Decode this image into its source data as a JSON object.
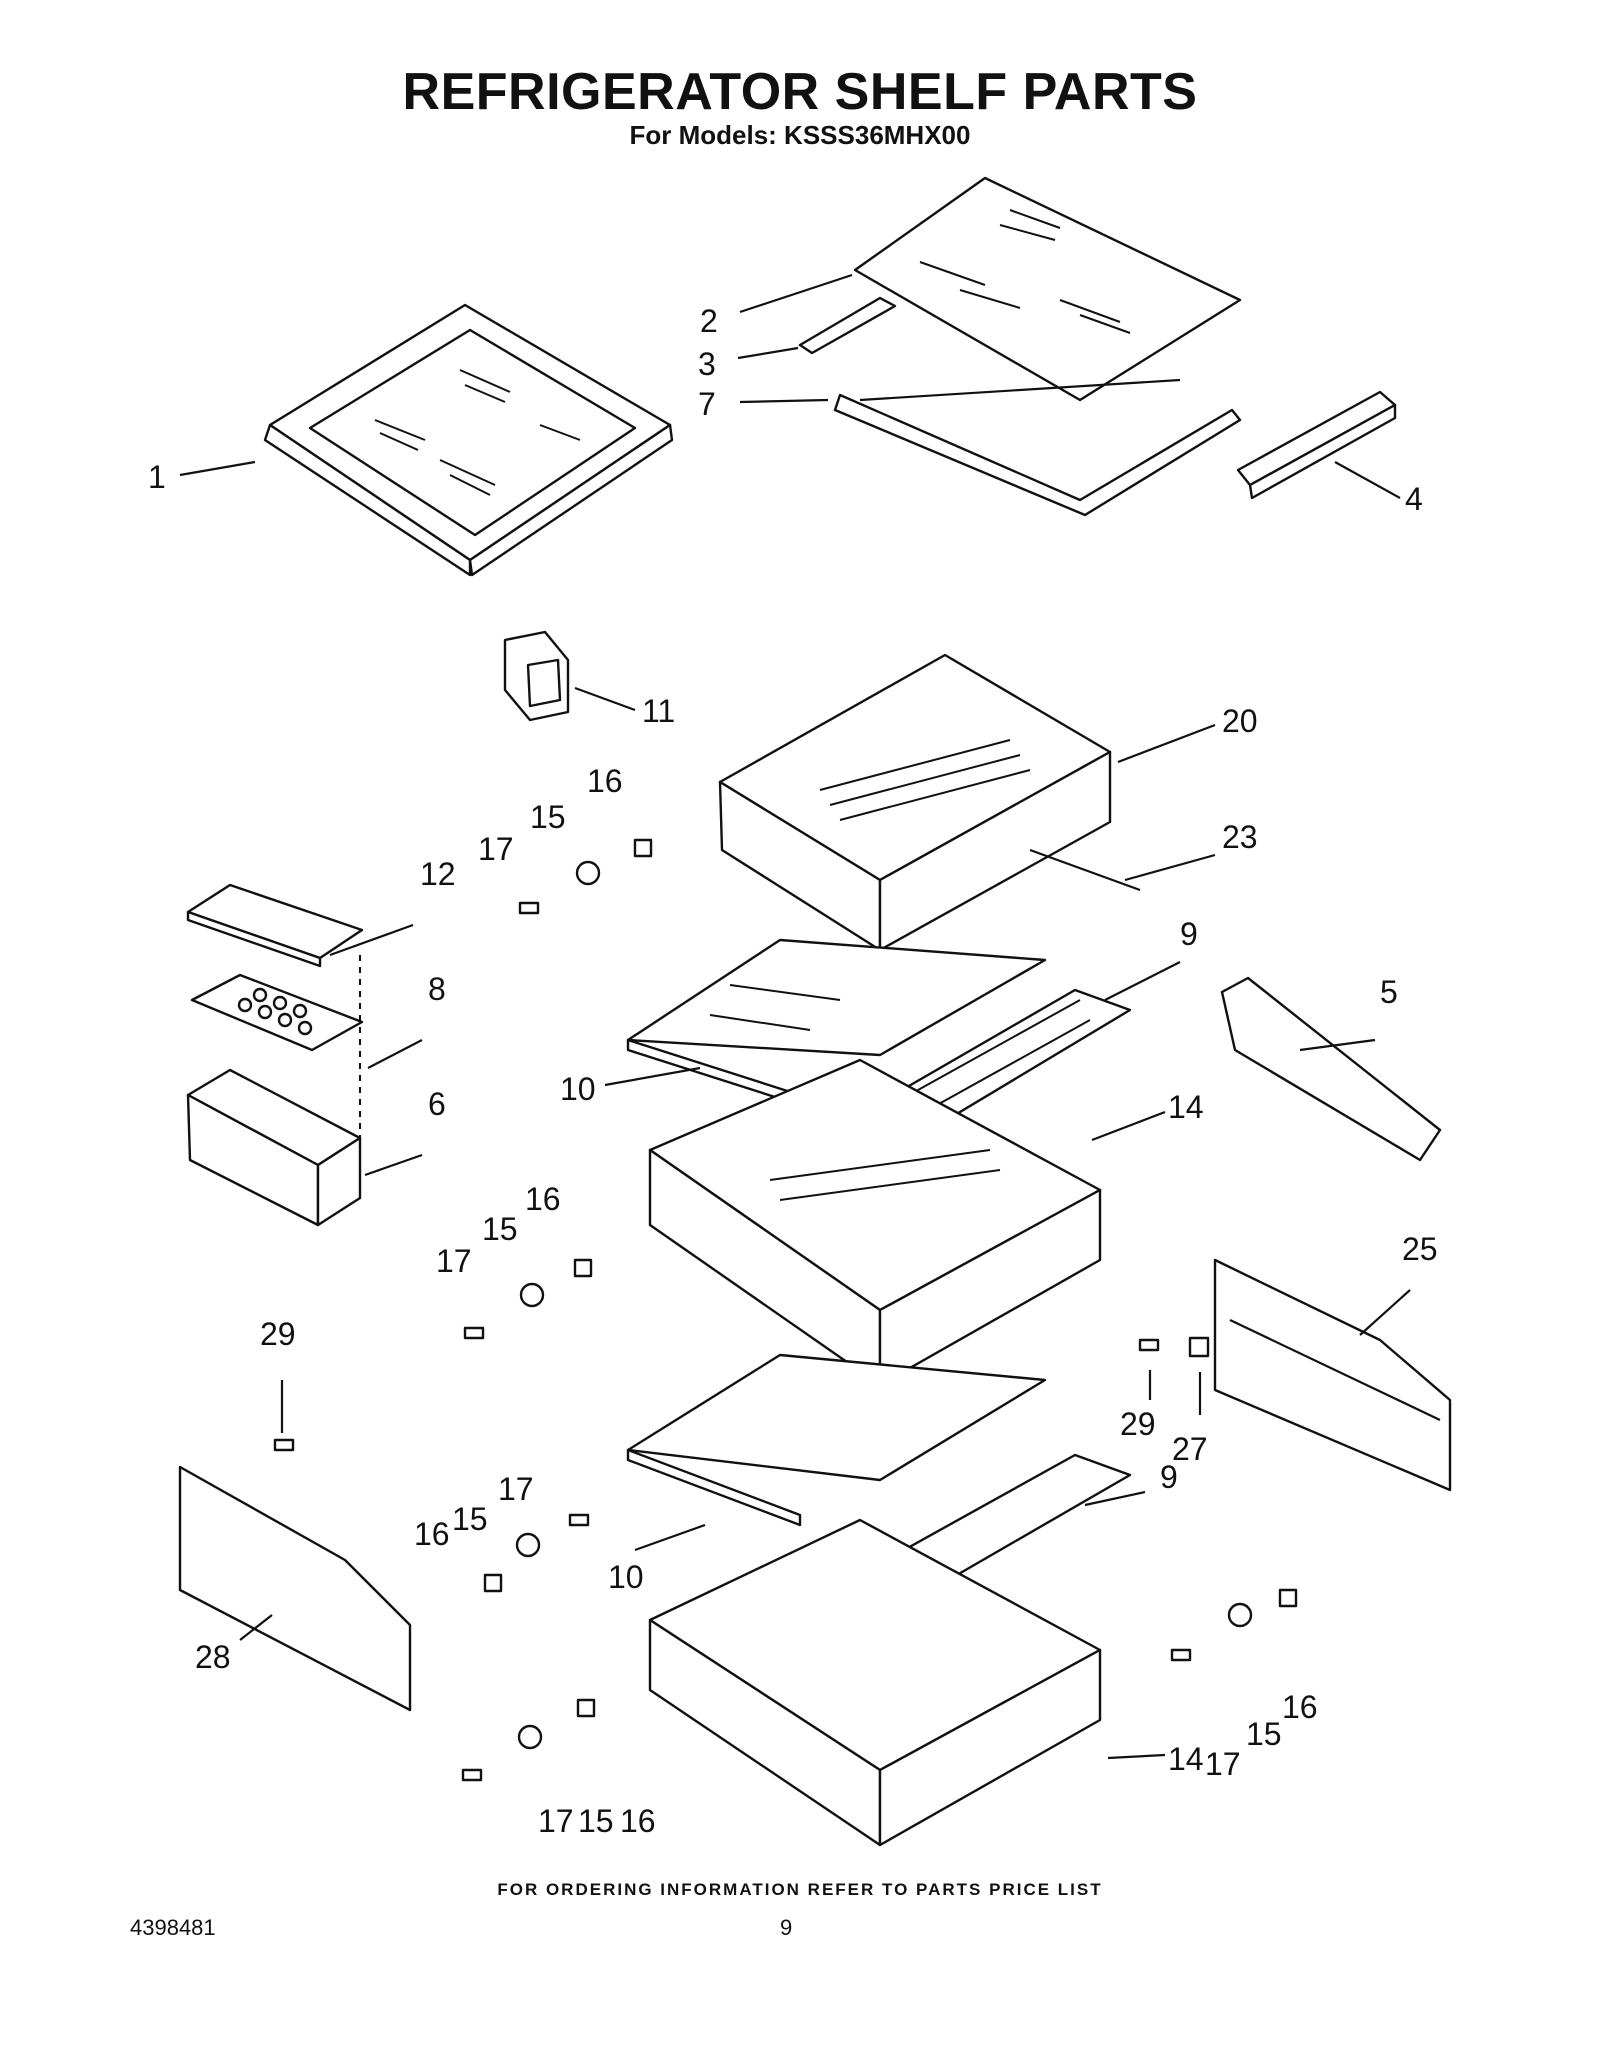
{
  "header": {
    "title": "REFRIGERATOR SHELF PARTS",
    "subtitle": "For Models: KSSS36MHX00"
  },
  "callouts": [
    {
      "id": "1",
      "label": "1"
    },
    {
      "id": "2",
      "label": "2"
    },
    {
      "id": "3",
      "label": "3"
    },
    {
      "id": "7",
      "label": "7"
    },
    {
      "id": "4",
      "label": "4"
    },
    {
      "id": "11",
      "label": "11"
    },
    {
      "id": "20",
      "label": "20"
    },
    {
      "id": "16a",
      "label": "16"
    },
    {
      "id": "15a",
      "label": "15"
    },
    {
      "id": "17a",
      "label": "17"
    },
    {
      "id": "23",
      "label": "23"
    },
    {
      "id": "12",
      "label": "12"
    },
    {
      "id": "9a",
      "label": "9"
    },
    {
      "id": "8",
      "label": "8"
    },
    {
      "id": "5",
      "label": "5"
    },
    {
      "id": "10a",
      "label": "10"
    },
    {
      "id": "6",
      "label": "6"
    },
    {
      "id": "14a",
      "label": "14"
    },
    {
      "id": "16b",
      "label": "16"
    },
    {
      "id": "15b",
      "label": "15"
    },
    {
      "id": "17b",
      "label": "17"
    },
    {
      "id": "25",
      "label": "25"
    },
    {
      "id": "29a",
      "label": "29"
    },
    {
      "id": "29b",
      "label": "29"
    },
    {
      "id": "27",
      "label": "27"
    },
    {
      "id": "9b",
      "label": "9"
    },
    {
      "id": "17c",
      "label": "17"
    },
    {
      "id": "15c",
      "label": "15"
    },
    {
      "id": "16c",
      "label": "16"
    },
    {
      "id": "10b",
      "label": "10"
    },
    {
      "id": "28",
      "label": "28"
    },
    {
      "id": "16d",
      "label": "16"
    },
    {
      "id": "15d",
      "label": "15"
    },
    {
      "id": "17d",
      "label": "17"
    },
    {
      "id": "14b",
      "label": "14"
    },
    {
      "id": "17e",
      "label": "17"
    },
    {
      "id": "15e",
      "label": "15"
    },
    {
      "id": "16e",
      "label": "16"
    }
  ],
  "footer": {
    "ordering_note": "FOR ORDERING INFORMATION REFER TO PARTS PRICE LIST",
    "doc_number": "4398481",
    "page_number": "9"
  }
}
